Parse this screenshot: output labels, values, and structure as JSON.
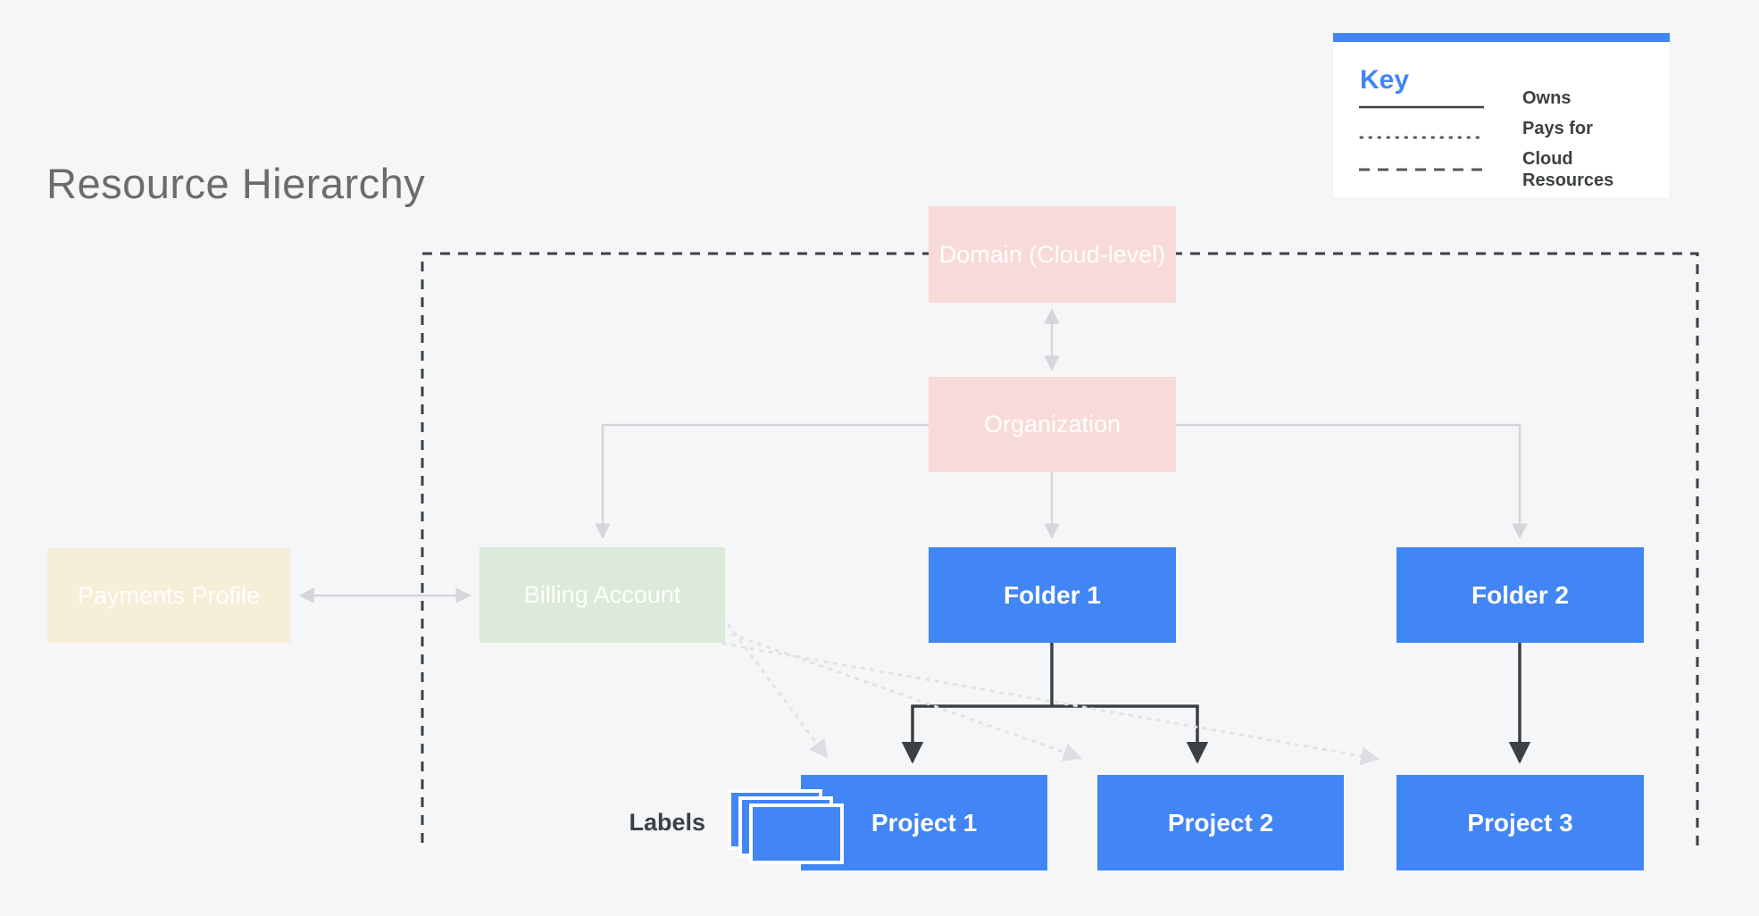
{
  "page": {
    "title": "Resource Hierarchy"
  },
  "legend": {
    "title": "Key",
    "items": [
      {
        "line_style": "solid",
        "label": "Owns"
      },
      {
        "line_style": "dotted",
        "label": "Pays for"
      },
      {
        "line_style": "dashed",
        "label": "Cloud Resources"
      }
    ]
  },
  "nodes": [
    {
      "id": "domain",
      "label": "Domain (Cloud-level)",
      "fill": "#f8dbd9"
    },
    {
      "id": "organization",
      "label": "Organization",
      "fill": "#f8dbd9"
    },
    {
      "id": "payments-profile",
      "label": "Payments Profile",
      "fill": "#f6eed7"
    },
    {
      "id": "billing-account",
      "label": "Billing Account",
      "fill": "#dcead9"
    },
    {
      "id": "folder-1",
      "label": "Folder 1",
      "fill": "#4285f4"
    },
    {
      "id": "folder-2",
      "label": "Folder 2",
      "fill": "#4285f4"
    },
    {
      "id": "project-1",
      "label": "Project 1",
      "fill": "#4285f4"
    },
    {
      "id": "project-2",
      "label": "Project 2",
      "fill": "#4285f4"
    },
    {
      "id": "project-3",
      "label": "Project 3",
      "fill": "#4285f4"
    }
  ],
  "annotations": {
    "labels_caption": "Labels"
  },
  "colors": {
    "accent_blue": "#4285f4",
    "node_pink": "#f8dbd9",
    "node_green": "#dcead9",
    "node_cream": "#f6eed7",
    "line_dark": "#3c4043",
    "line_gray": "#d4d6d9",
    "line_dotted": "#e1e3e5",
    "background": "#f4f6f8"
  }
}
